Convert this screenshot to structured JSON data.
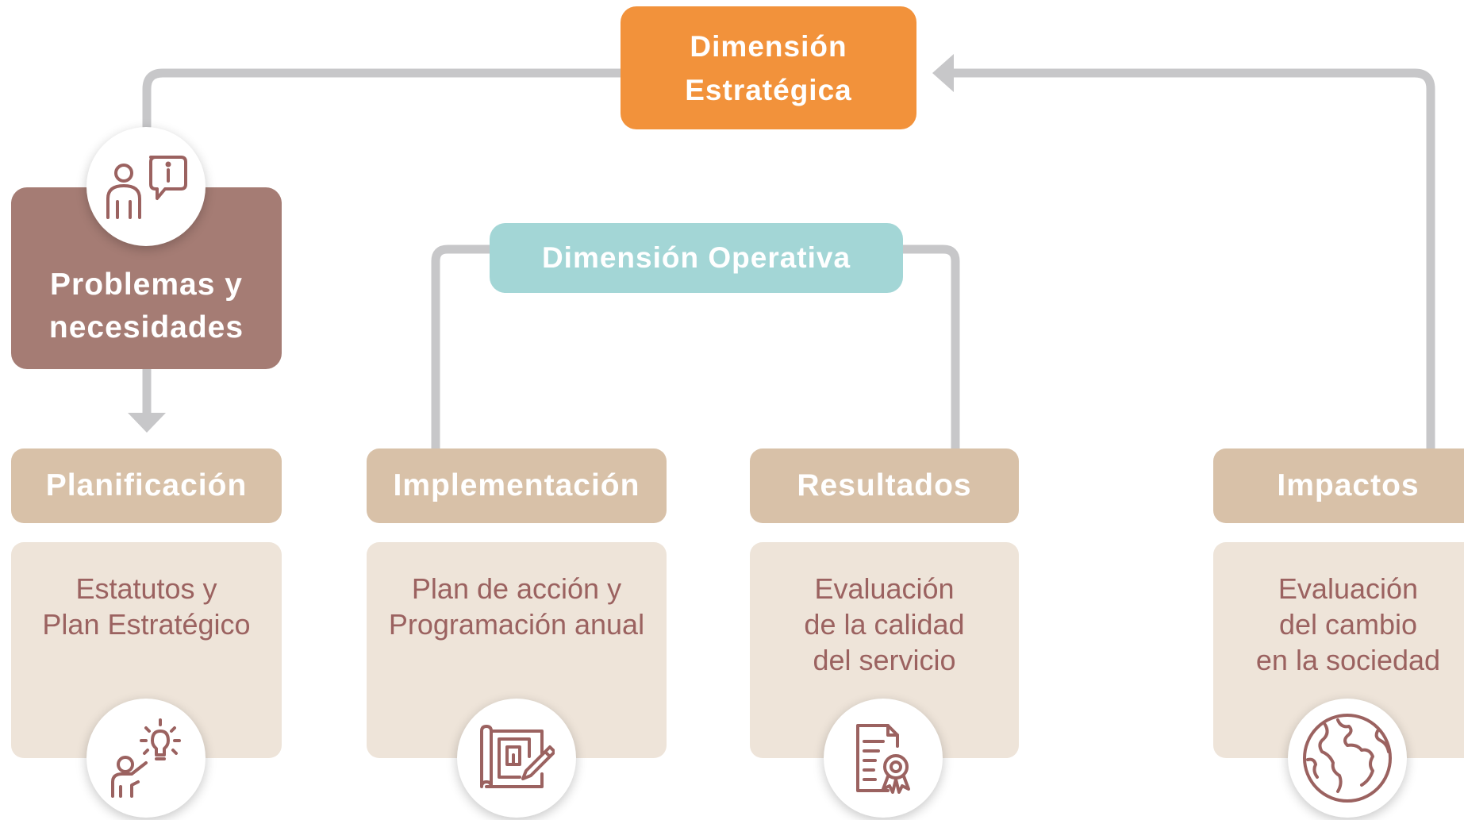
{
  "strategic": {
    "title": "Dimensión\nEstratégica",
    "color": "#f2923b"
  },
  "operative": {
    "title": "Dimensión Operativa",
    "color": "#a3d6d6"
  },
  "problems": {
    "title": "Problemas y\nnecesidades",
    "icon": "person-info-icon",
    "color": "#a57c74"
  },
  "stages": [
    {
      "title": "Planificación",
      "text": "Estatutos y\nPlan Estratégico",
      "icon": "idea-presenter-icon"
    },
    {
      "title": "Implementación",
      "text": "Plan de acción y\nProgramación anual",
      "icon": "blueprint-pencil-icon"
    },
    {
      "title": "Resultados",
      "text": "Evaluación\nde la calidad\ndel servicio",
      "icon": "certificate-document-icon"
    },
    {
      "title": "Impactos",
      "text": "Evaluación\ndel cambio\nen la sociedad",
      "icon": "globe-icon"
    }
  ],
  "colors": {
    "stage_header": "#d8c1a8",
    "stage_body": "#eee4d9",
    "connector": "#c7c7c9",
    "icon_stroke": "#9b6260"
  }
}
